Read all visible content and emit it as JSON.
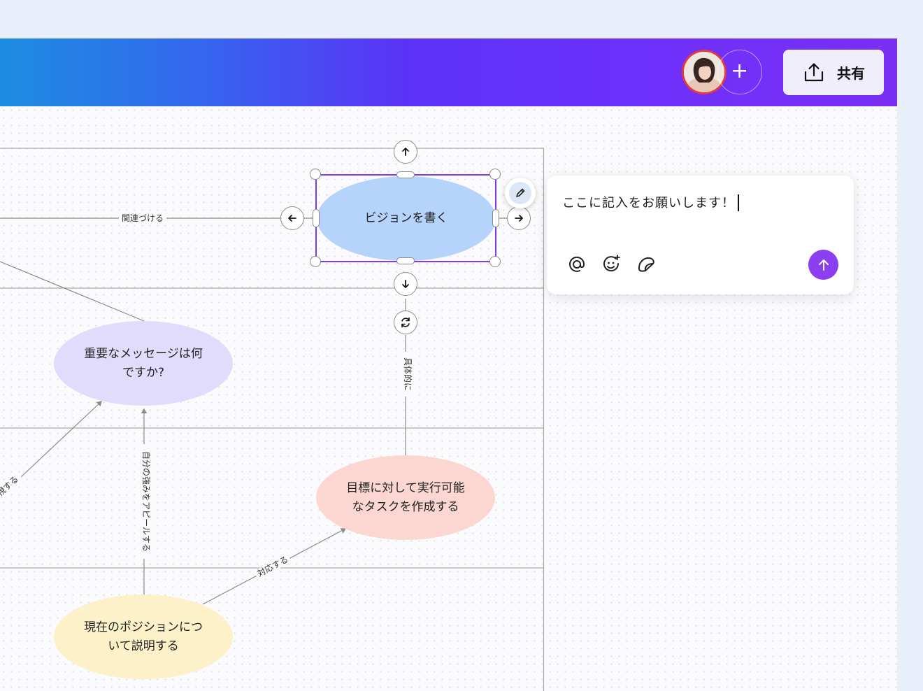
{
  "toolbar": {
    "share_label": "共有",
    "add_collaborator_symbol": "+",
    "avatar_icon": "user-avatar-photo",
    "share_icon": "upload-share-icon"
  },
  "board": {
    "selected_node": "ビジョンを書く",
    "nodes": {
      "vision": "ビジョンを書く",
      "key_message_line1": "重要なメッセージは何",
      "key_message_line2": "ですか?",
      "goals_line1": "目標に対して実行可能",
      "goals_line2": "なタスクを作成する",
      "position_line1": "現在のポジションにつ",
      "position_line2": "いて説明する"
    },
    "edges": {
      "relate": "関連づける",
      "specific": "具体的に",
      "appeal": "自分の強みをアピールする",
      "respond": "対応する",
      "partial_left": "視する"
    }
  },
  "colors": {
    "vision_fill": "#b5d3fb",
    "message_fill": "#e1dcfb",
    "goals_fill": "#fcd6d0",
    "position_fill": "#fdf1c9",
    "selection": "#7c3bee",
    "send_button": "#8b3ff1"
  },
  "comment": {
    "text": "ここに記入をお願いします！",
    "tools": [
      "mention-icon",
      "emoji-icon",
      "sticker-icon"
    ],
    "send_icon": "arrow-up-icon"
  }
}
